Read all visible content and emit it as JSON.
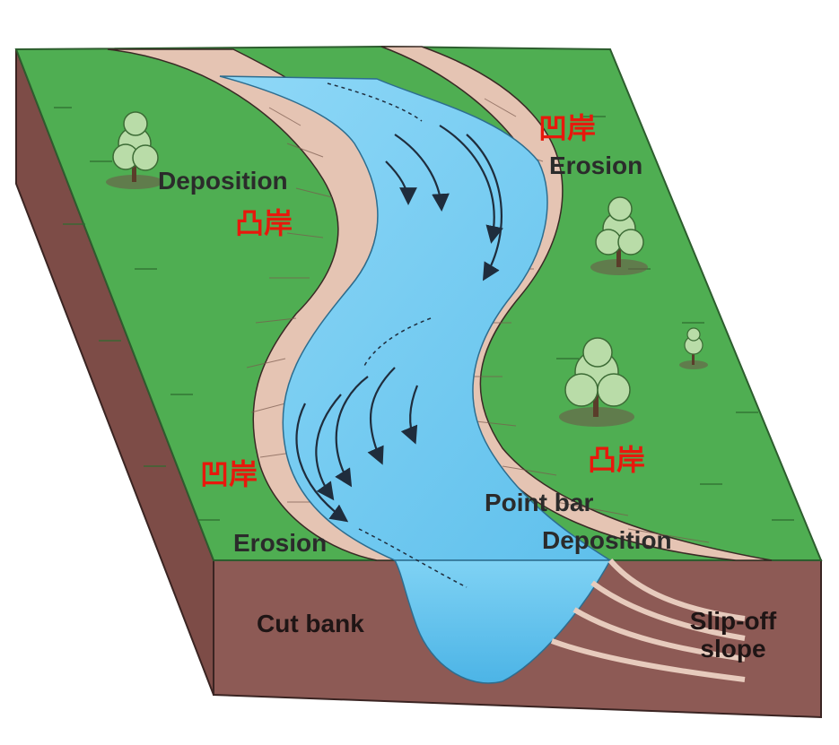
{
  "labels": {
    "deposition_left": "Deposition",
    "concave_top_right": "凹岸",
    "erosion_top_right": "Erosion",
    "convex_left": "凸岸",
    "concave_left": "凹岸",
    "erosion_left": "Erosion",
    "convex_right": "凸岸",
    "point_bar": "Point bar",
    "deposition_right": "Deposition",
    "cut_bank": "Cut bank",
    "slip_off_line1": "Slip-off",
    "slip_off_line2": "slope"
  },
  "colors": {
    "grass": "#4fae52",
    "soil_front": "#8d5a55",
    "sand_bank": "#e5c4b3",
    "river": "#6fcaf0",
    "label_text": "#2b2b2b",
    "chinese_label": "#e8180c"
  }
}
